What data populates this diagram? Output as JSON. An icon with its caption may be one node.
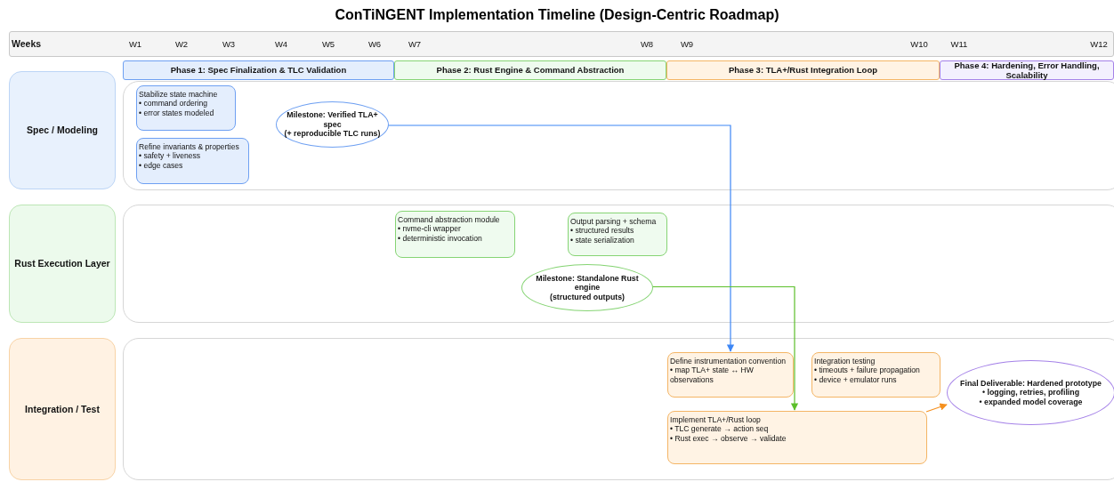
{
  "diagram": {
    "title": "ConTiNGENT Implementation Timeline (Design-Centric Roadmap)",
    "nodes": [
      {
        "text": [
          "Weeks"
        ]
      },
      {
        "text": [
          "Phase 1: Spec Finalization & TLC Validation"
        ]
      },
      {
        "text": [
          "Phase 2: Rust Engine & Command Abstraction"
        ]
      },
      {
        "text": [
          "Phase 3: TLA+/Rust Integration Loop"
        ]
      },
      {
        "text": [
          "Phase 4: Hardening, Error Handling, Scalability"
        ]
      },
      {
        "text": [
          "Spec / Modeling"
        ]
      },
      {
        "text": [],
        "shape": "box"
      },
      {
        "text": [
          "Stabilize state machine",
          "• command ordering",
          "• error states modeled"
        ],
        "in": 6
      },
      {
        "text": [
          "Refine invariants & properties",
          "• safety + liveness",
          "• edge cases"
        ],
        "in": 6
      },
      {
        "text": [
          "Milestone: Verified TLA+ spec",
          "(+ reproducible TLC runs)"
        ],
        "in": 6
      },
      {
        "text": [
          "Rust Execution Layer"
        ]
      },
      {
        "text": [],
        "shape": "box"
      },
      {
        "text": [
          "Command abstraction module",
          "• nvme-cli wrapper",
          "• deterministic invocation"
        ],
        "in": 11
      },
      {
        "text": [
          "Output parsing + schema",
          "• structured results",
          "• state serialization"
        ],
        "in": 11
      },
      {
        "text": [
          "Milestone: Standalone Rust engine",
          "(structured outputs)"
        ],
        "in": 11
      },
      {
        "text": [
          "Integration / Test"
        ]
      },
      {
        "text": [],
        "shape": "box"
      },
      {
        "text": [
          "Define instrumentation convention",
          "• map TLA+ state ↔ HW observations"
        ],
        "in": 16
      },
      {
        "text": [
          "Integration testing",
          "• timeouts + failure propagation",
          "• device + emulator runs"
        ],
        "in": 16
      },
      {
        "text": [
          "Implement TLA+/Rust loop",
          "• TLC generate → action seq",
          "• Rust exec → observe → validate"
        ],
        "in": 16
      },
      {
        "text": [
          "Final Deliverable: Hardened prototype",
          "• logging, retries, profiling",
          "• expanded model coverage"
        ],
        "in": 16
      }
    ],
    "edges": [
      {
        "from": 9,
        "to": 17,
        "arrow": "to",
        "color": "#3d86f5"
      },
      {
        "from": 14,
        "to": 19,
        "arrow": "to",
        "color": "#5cbf2a"
      },
      {
        "from": 19,
        "to": 20,
        "arrow": "to",
        "color": "#f5901e"
      }
    ],
    "labels": [
      "W1",
      "W2",
      "W3",
      "W4",
      "W5",
      "W6",
      "W7",
      "W8",
      "W9",
      "W10",
      "W11",
      "W12"
    ]
  }
}
